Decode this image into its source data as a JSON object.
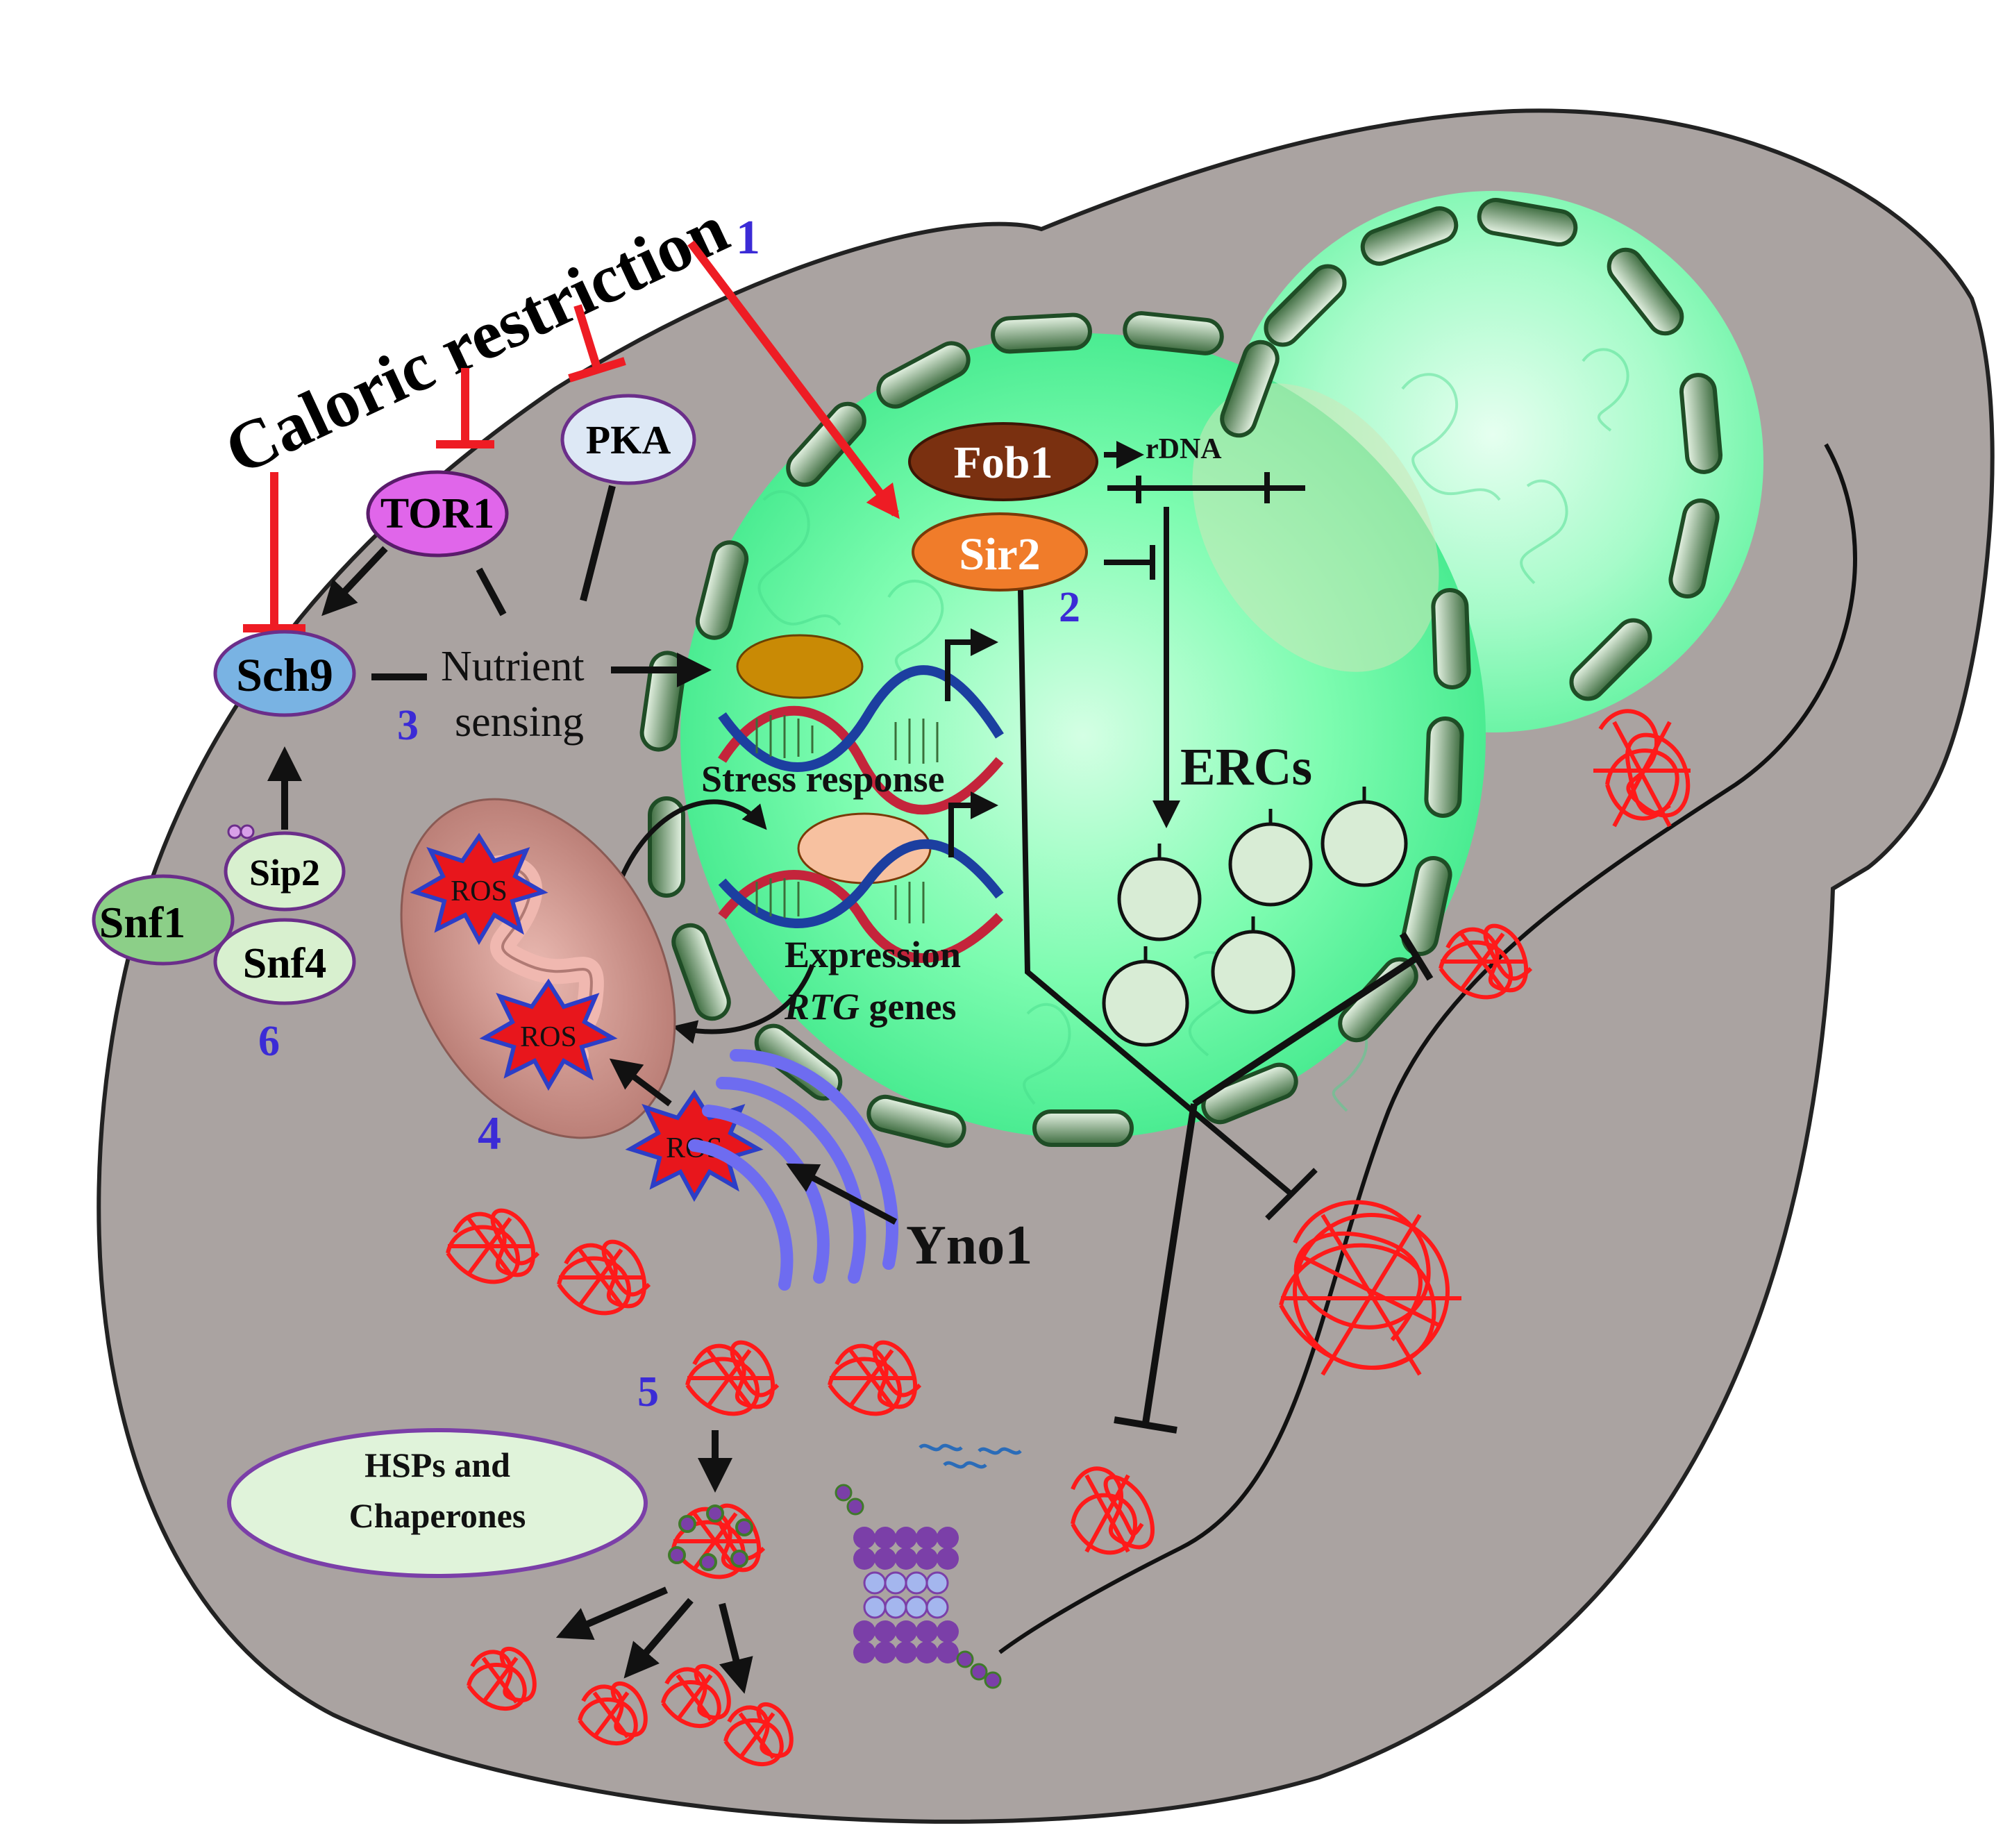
{
  "title": "Caloric restriction",
  "numbers": {
    "n1": "1",
    "n2": "2",
    "n3": "3",
    "n4": "4",
    "n5": "5",
    "n6": "6"
  },
  "proteins": {
    "tor1": "TOR1",
    "pka": "PKA",
    "sch9": "Sch9",
    "sip2": "Sip2",
    "snf1": "Snf1",
    "snf4": "Snf4",
    "fob1": "Fob1",
    "sir2": "Sir2",
    "yno1": "Yno1"
  },
  "labels": {
    "nutrient": "Nutrient",
    "sensing": "sensing",
    "rdna": "rDNA",
    "ercs": "ERCs",
    "stress_response": "Stress response",
    "expression": "Expression",
    "rtg": "RTG",
    "genes": " genes",
    "ros": "ROS",
    "hsps_line1": "HSPs and",
    "hsps_line2": "Chaperones"
  },
  "colors": {
    "cell": "#aaa3a1",
    "nucleus": "#5dfa9f",
    "inhibit_red": "#ee1c24",
    "number_blue": "#3b2bd6",
    "tor1": "#e066ea",
    "pka": "#dde8f5",
    "sch9": "#79b3e3",
    "fob1": "#7a3010",
    "sir2": "#f07c2a",
    "snf1": "#8ccf88",
    "sip_snf4": "#d8f0cf",
    "ros_star": "#e8161c",
    "aggregate": "#ff1a1a",
    "golgi": "#6e6cf0",
    "proteasome": "#7b3fa8"
  }
}
